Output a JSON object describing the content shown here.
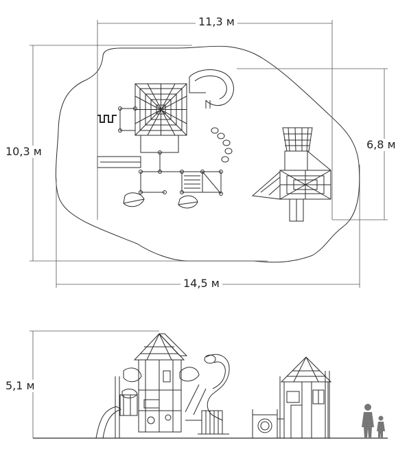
{
  "dimensions": {
    "top_width": "11,3 м",
    "depth": "6,8 м",
    "total_height": "10,3 м",
    "overall_width": "14,5 м",
    "elevation_height": "5,1 м"
  },
  "colors": {
    "line": "#2a2a2a",
    "dimension_line": "#555555",
    "background": "#ffffff"
  }
}
